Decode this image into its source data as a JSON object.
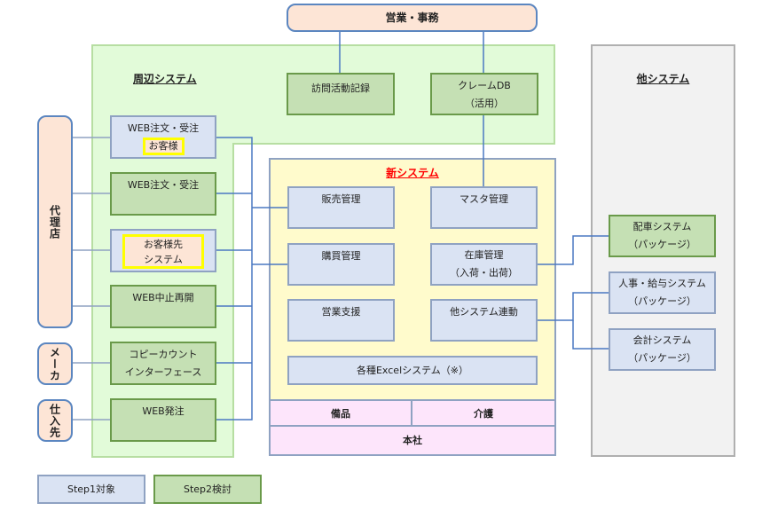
{
  "top_department": "営業・事務",
  "peripheral": {
    "title": "周辺システム",
    "visit_log": "訪問活動記録",
    "claim_db": [
      "クレームDB",
      "（活用）"
    ],
    "web_order_customer": {
      "label": "WEB注文・受注",
      "tag": "お客様"
    },
    "web_order": "WEB注文・受注",
    "customer_dest": [
      "お客様先",
      "システム"
    ],
    "web_suspend": "WEB中止再開",
    "copy_count": [
      "コピーカウント",
      "インターフェース"
    ],
    "web_purchase": "WEB発注"
  },
  "external": {
    "agency": "代理店",
    "maker": "メーカ",
    "supplier": "仕入先"
  },
  "new_system": {
    "title": "新システム",
    "title_color": "#ff0000",
    "sales_mgmt": "販売管理",
    "master_mgmt": "マスタ管理",
    "purchase_mgmt": "購買管理",
    "inventory_mgmt": [
      "在庫管理",
      "（入荷・出荷）"
    ],
    "sales_support": "営業支援",
    "other_link": "他システム連動",
    "excel": "各種Excelシステム（※）",
    "equipment": "備品",
    "care": "介護",
    "hq": "本社"
  },
  "other_systems": {
    "title": "他システム",
    "dispatch": [
      "配車システム",
      "（パッケージ）"
    ],
    "hr_payroll": [
      "人事・給与システム",
      "（パッケージ）"
    ],
    "accounting": [
      "会計システム",
      "（パッケージ）"
    ]
  },
  "legend": {
    "step1": "Step1対象",
    "step2": "Step2検討"
  }
}
